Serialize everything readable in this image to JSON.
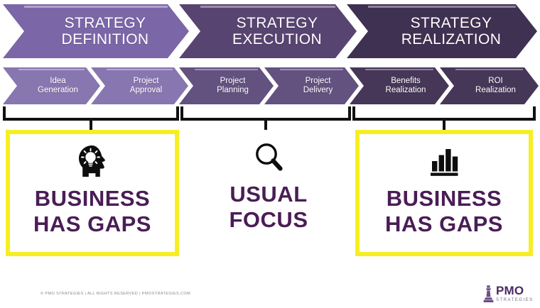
{
  "phases": [
    {
      "label": "STRATEGY\nDEFINITION",
      "color": "#7b66a8",
      "name": "strategy-definition"
    },
    {
      "label": "STRATEGY\nEXECUTION",
      "color": "#584471",
      "name": "strategy-execution"
    },
    {
      "label": "STRATEGY\nREALIZATION",
      "color": "#3f3152",
      "name": "strategy-realization"
    }
  ],
  "subphases": [
    {
      "label": "Idea\nGeneration",
      "color": "#8876b0",
      "name": "idea-generation"
    },
    {
      "label": "Project\nApproval",
      "color": "#8876b0",
      "name": "project-approval"
    },
    {
      "label": "Project\nPlanning",
      "color": "#635180",
      "name": "project-planning"
    },
    {
      "label": "Project\nDelivery",
      "color": "#635180",
      "name": "project-delivery"
    },
    {
      "label": "Benefits\nRealization",
      "color": "#463758",
      "name": "benefits-realization"
    },
    {
      "label": "ROI\nRealization",
      "color": "#463758",
      "name": "roi-realization"
    }
  ],
  "panels": [
    {
      "text": "BUSINESS\nHAS GAPS",
      "icon": "head-lightbulb-icon",
      "highlighted": true,
      "name": "panel-business-has-gaps-left"
    },
    {
      "text": "USUAL\nFOCUS",
      "icon": "magnifier-icon",
      "highlighted": false,
      "name": "panel-usual-focus"
    },
    {
      "text": "BUSINESS\nHAS GAPS",
      "icon": "bar-chart-icon",
      "highlighted": true,
      "name": "panel-business-has-gaps-right"
    }
  ],
  "footer": {
    "copyright": "© PMO STRATEGIES | ALL RIGHTS RESERVED | PMOSTRATEGIES.COM",
    "logo_primary": "PMO",
    "logo_secondary": "STRATEGIES"
  },
  "colors": {
    "highlight_yellow": "#f7ee22",
    "text_purple": "#4a1d56",
    "bracket_black": "#111111"
  }
}
